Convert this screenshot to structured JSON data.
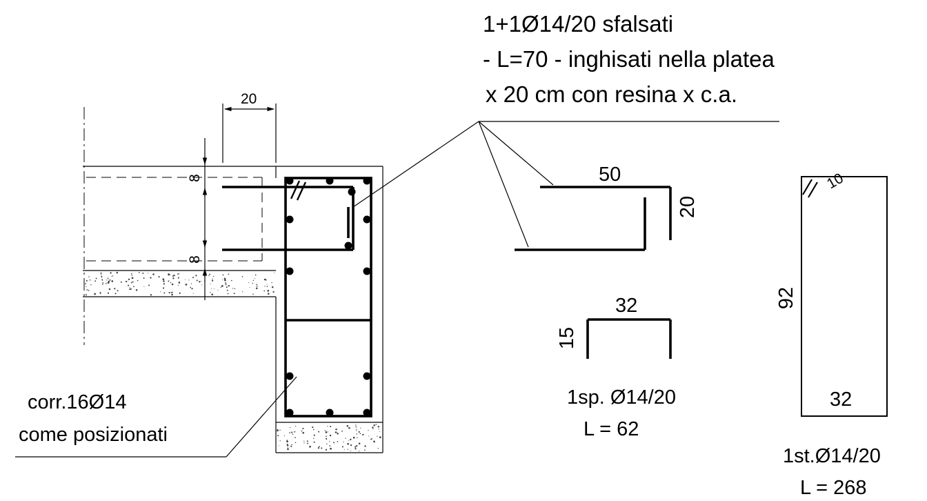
{
  "note_top": {
    "line1": "1+1Ø14/20 sfalsati",
    "line2": "- L=70 - inghisati nella platea",
    "line3": "x 20 cm con resina x c.a."
  },
  "note_corr": {
    "line1": "corr.16Ø14",
    "line2": "come posizionati"
  },
  "dims": {
    "d20_top": "20",
    "d8_upper": "8",
    "d8_lower": "8",
    "bar1_len": "50",
    "bar1_hook": "20",
    "sp_len": "32",
    "sp_leg": "15",
    "st_height": "92",
    "st_width": "32",
    "st_hook": "10"
  },
  "spacer": {
    "label": "1sp. Ø14/20",
    "length": "L = 62"
  },
  "stirrup": {
    "label": "1st.Ø14/20",
    "length": "L = 268"
  }
}
